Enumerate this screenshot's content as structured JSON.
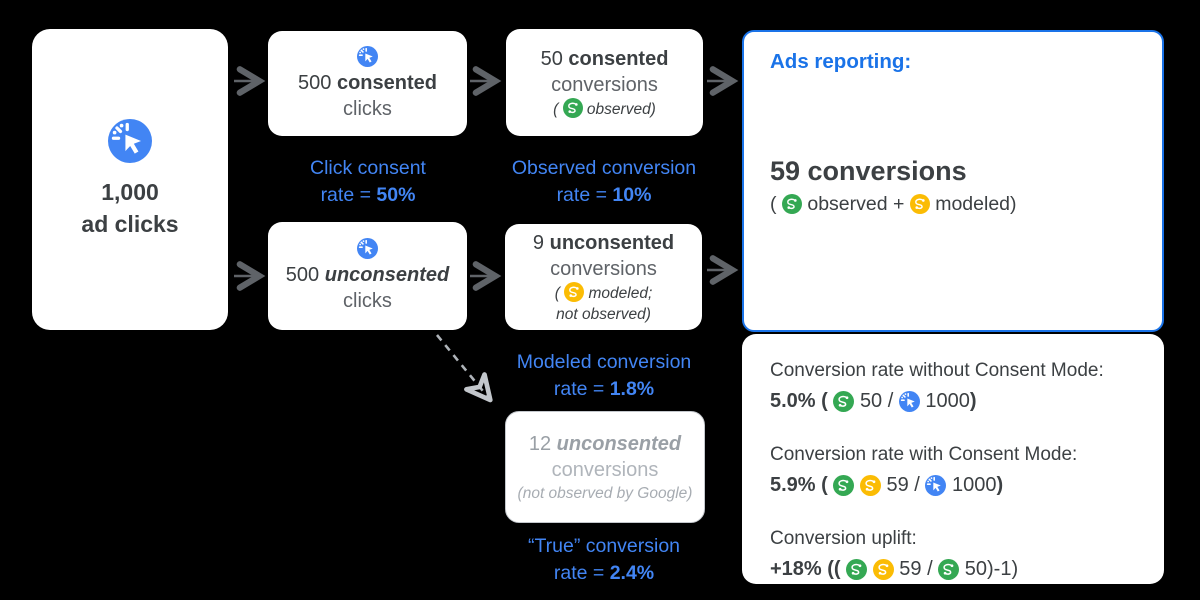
{
  "colors": {
    "background": "#000000",
    "box_bg": "#FFFFFF",
    "text_dark": "#3C4043",
    "text_gray_muted": "#9AA0A6",
    "caption_blue": "#4285F4",
    "panel_border_blue": "#1A73E8",
    "observed_green": "#34A853",
    "modeled_yellow": "#FBBC04",
    "click_blue": "#4285F4",
    "arrow_gray": "#5F6368",
    "dashed_gray": "#AEB3B8"
  },
  "nodes": {
    "ad_clicks": {
      "line1": "1,000",
      "line2": "ad clicks"
    },
    "consented_clicks": {
      "count": "500 ",
      "emph": "consented",
      "noun": "clicks"
    },
    "unconsented_clicks": {
      "count": "500 ",
      "emph": "unconsented",
      "noun": "clicks"
    },
    "consented_conversions": {
      "count": "50 ",
      "emph": "consented",
      "noun": "conversions",
      "note_open": "( ",
      "note": "observed)"
    },
    "modeled_conversions": {
      "count": "9 ",
      "emph": "unconsented",
      "noun": "conversions",
      "note_open": "( ",
      "note_l1": "modeled;",
      "note_l2": "not observed)"
    },
    "true_conversions": {
      "count": "12 ",
      "emph": "unconsented",
      "noun": "conversions",
      "note": "(not observed by Google)"
    }
  },
  "captions": {
    "click_consent": {
      "line1": "Click consent",
      "prefix": "rate = ",
      "value": "50%"
    },
    "observed_rate": {
      "line1": "Observed conversion",
      "prefix": "rate = ",
      "value": "10%"
    },
    "modeled_rate": {
      "line1": "Modeled conversion",
      "prefix": "rate = ",
      "value": "1.8%"
    },
    "true_rate": {
      "line1": "“True” conversion",
      "prefix": "rate = ",
      "value": "2.4%"
    }
  },
  "ads_reporting": {
    "title": "Ads reporting:",
    "headline": "59 conversions",
    "paren_open": "( ",
    "observed_label": "observed",
    "plus": " + ",
    "modeled_label": "modeled)"
  },
  "stats": [
    {
      "label": "Conversion rate without Consent Mode:",
      "open": "5.0% (",
      "seg_a": "50 / ",
      "seg_b": "1000",
      "close": ")"
    },
    {
      "label": "Conversion rate with Consent Mode:",
      "open": "5.9% (",
      "seg_a": "59 / ",
      "seg_b": "1000",
      "close": ")"
    },
    {
      "label": "Conversion uplift:",
      "open": "+18% ((",
      "seg_a": "59 / ",
      "seg_b": "50)-1)",
      "close": ""
    }
  ]
}
